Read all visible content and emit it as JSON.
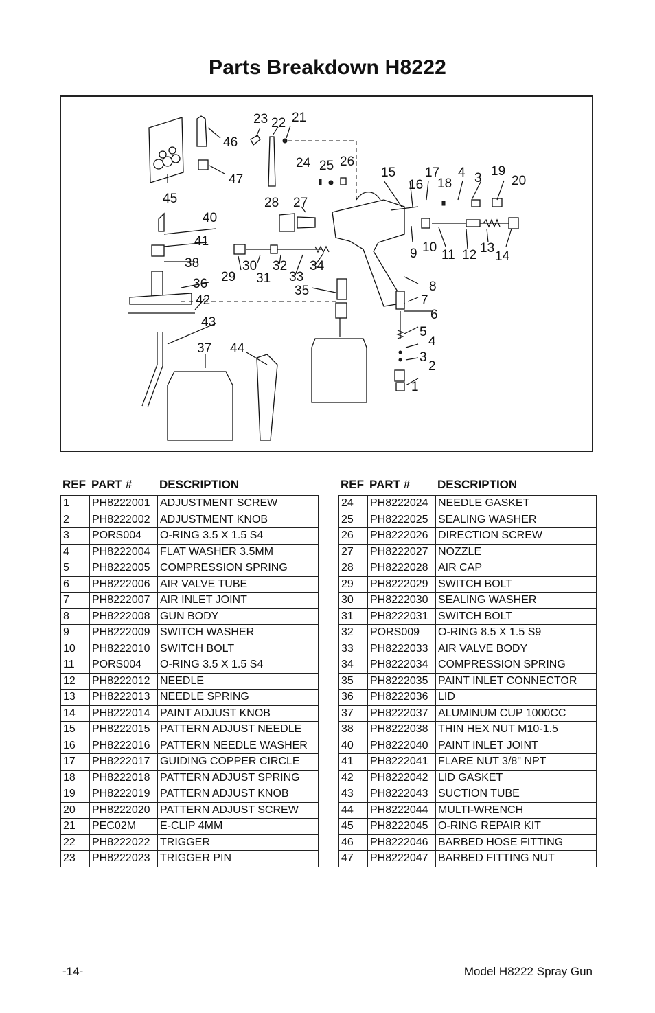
{
  "page": {
    "title": "Parts Breakdown H8222",
    "footer_left": "-14-",
    "footer_right": "Model H8222 Spray Gun"
  },
  "diagram": {
    "callouts": [
      "1",
      "2",
      "3",
      "4",
      "5",
      "6",
      "7",
      "8",
      "9",
      "10",
      "11",
      "12",
      "13",
      "14",
      "15",
      "16",
      "17",
      "18",
      "19",
      "20",
      "21",
      "22",
      "23",
      "24",
      "25",
      "26",
      "27",
      "28",
      "29",
      "30",
      "31",
      "32",
      "33",
      "34",
      "35",
      "36",
      "37",
      "38",
      "40",
      "41",
      "42",
      "43",
      "44",
      "45",
      "46",
      "47",
      "3",
      "4"
    ]
  },
  "table_headers": {
    "ref": "REF",
    "part": "PART #",
    "description": "DESCRIPTION"
  },
  "parts_left": [
    {
      "ref": "1",
      "part": "PH8222001",
      "desc": "ADJUSTMENT SCREW"
    },
    {
      "ref": "2",
      "part": "PH8222002",
      "desc": "ADJUSTMENT KNOB"
    },
    {
      "ref": "3",
      "part": "PORS004",
      "desc": "O-RING 3.5 X 1.5 S4"
    },
    {
      "ref": "4",
      "part": "PH8222004",
      "desc": "FLAT WASHER 3.5MM"
    },
    {
      "ref": "5",
      "part": "PH8222005",
      "desc": "COMPRESSION SPRING"
    },
    {
      "ref": "6",
      "part": "PH8222006",
      "desc": "AIR VALVE TUBE"
    },
    {
      "ref": "7",
      "part": "PH8222007",
      "desc": "AIR INLET JOINT"
    },
    {
      "ref": "8",
      "part": "PH8222008",
      "desc": "GUN BODY"
    },
    {
      "ref": "9",
      "part": "PH8222009",
      "desc": "SWITCH WASHER"
    },
    {
      "ref": "10",
      "part": "PH8222010",
      "desc": "SWITCH BOLT"
    },
    {
      "ref": "11",
      "part": "PORS004",
      "desc": "O-RING 3.5 X 1.5 S4"
    },
    {
      "ref": "12",
      "part": "PH8222012",
      "desc": "NEEDLE"
    },
    {
      "ref": "13",
      "part": "PH8222013",
      "desc": "NEEDLE SPRING"
    },
    {
      "ref": "14",
      "part": "PH8222014",
      "desc": "PAINT ADJUST KNOB"
    },
    {
      "ref": "15",
      "part": "PH8222015",
      "desc": "PATTERN ADJUST NEEDLE"
    },
    {
      "ref": "16",
      "part": "PH8222016",
      "desc": "PATTERN NEEDLE WASHER"
    },
    {
      "ref": "17",
      "part": "PH8222017",
      "desc": "GUIDING COPPER CIRCLE"
    },
    {
      "ref": "18",
      "part": "PH8222018",
      "desc": "PATTERN ADJUST SPRING"
    },
    {
      "ref": "19",
      "part": "PH8222019",
      "desc": "PATTERN ADJUST KNOB"
    },
    {
      "ref": "20",
      "part": "PH8222020",
      "desc": "PATTERN ADJUST SCREW"
    },
    {
      "ref": "21",
      "part": "PEC02M",
      "desc": "E-CLIP 4MM"
    },
    {
      "ref": "22",
      "part": "PH8222022",
      "desc": "TRIGGER"
    },
    {
      "ref": "23",
      "part": "PH8222023",
      "desc": "TRIGGER PIN"
    }
  ],
  "parts_right": [
    {
      "ref": "24",
      "part": "PH8222024",
      "desc": "NEEDLE GASKET"
    },
    {
      "ref": "25",
      "part": "PH8222025",
      "desc": "SEALING WASHER"
    },
    {
      "ref": "26",
      "part": "PH8222026",
      "desc": "DIRECTION SCREW"
    },
    {
      "ref": "27",
      "part": "PH8222027",
      "desc": "NOZZLE"
    },
    {
      "ref": "28",
      "part": "PH8222028",
      "desc": "AIR CAP"
    },
    {
      "ref": "29",
      "part": "PH8222029",
      "desc": "SWITCH BOLT"
    },
    {
      "ref": "30",
      "part": "PH8222030",
      "desc": "SEALING WASHER"
    },
    {
      "ref": "31",
      "part": "PH8222031",
      "desc": "SWITCH BOLT"
    },
    {
      "ref": "32",
      "part": "PORS009",
      "desc": "O-RING 8.5 X 1.5 S9"
    },
    {
      "ref": "33",
      "part": "PH8222033",
      "desc": "AIR VALVE BODY"
    },
    {
      "ref": "34",
      "part": "PH8222034",
      "desc": "COMPRESSION SPRING"
    },
    {
      "ref": "35",
      "part": "PH8222035",
      "desc": "PAINT INLET CONNECTOR"
    },
    {
      "ref": "36",
      "part": "PH8222036",
      "desc": "LID"
    },
    {
      "ref": "37",
      "part": "PH8222037",
      "desc": "ALUMINUM CUP 1000CC"
    },
    {
      "ref": "38",
      "part": "PH8222038",
      "desc": "THIN HEX NUT M10-1.5"
    },
    {
      "ref": "40",
      "part": "PH8222040",
      "desc": "PAINT INLET JOINT"
    },
    {
      "ref": "41",
      "part": "PH8222041",
      "desc": "FLARE NUT 3/8\" NPT"
    },
    {
      "ref": "42",
      "part": "PH8222042",
      "desc": "LID GASKET"
    },
    {
      "ref": "43",
      "part": "PH8222043",
      "desc": "SUCTION TUBE"
    },
    {
      "ref": "44",
      "part": "PH8222044",
      "desc": "MULTI-WRENCH"
    },
    {
      "ref": "45",
      "part": "PH8222045",
      "desc": "O-RING REPAIR KIT"
    },
    {
      "ref": "46",
      "part": "PH8222046",
      "desc": "BARBED HOSE FITTING"
    },
    {
      "ref": "47",
      "part": "PH8222047",
      "desc": "BARBED FITTING NUT"
    }
  ]
}
